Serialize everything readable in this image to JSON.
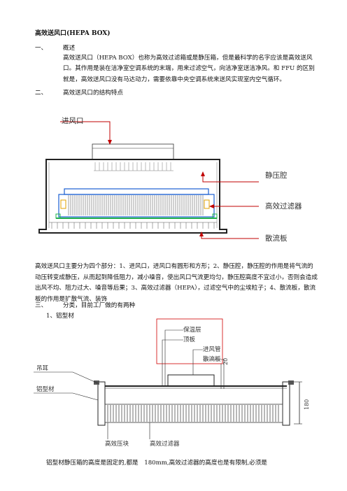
{
  "doc": {
    "title": "高效送风口(HEPA BOX)",
    "s1": {
      "num": "一、",
      "heading": "概述"
    },
    "intro": "高效送风口（HEPA BOX）也称为高效过滤箱或是静压箱，但是最科学的名字应该是高效送风口。其作用是装在洁净室空调系统的末端，用来过滤空气，向洁净室送洁净风。和 FFU 的区别就是，高效送风口没有马达动力，需要依靠中央空调系统来送风实现室内空气循环。",
    "s2": {
      "num": "二、",
      "heading": "高效送风口的结构特点"
    },
    "fig1": {
      "inlet": "进风口",
      "plenum": "静压腔",
      "filter": "高效过滤器",
      "diffuser": "散流板"
    },
    "structure": "高效送风口主要分为四个部分：1、进风口，进风口有圆形和方形；2、静压腔，静压腔的作用是将气流的动压转变成静压，从而起到降低阻力，减小噪音，使出风口气流更均匀，静压腔高度不宜过小，否则会造成出风不均、阻力过大、噪音等后果；3、高效过滤器（HEPA），过滤空气中的尘埃粒子；4、散流板，散流板的作用是扩散气流、装饰",
    "s3": {
      "num": "三、",
      "heading": "分类，目前工厂做的有两种"
    },
    "sub1": "1、铝型材",
    "fig2": {
      "insulation": "保温层",
      "top_plate": "顶板",
      "inlet_pipe": "进风管",
      "diffuser": "散流板",
      "lug": "吊耳",
      "profile": "铝型材",
      "dim_20": "20",
      "dim_180": "180",
      "press_block": "高效压块",
      "filter": "高效过滤器"
    },
    "footer": "铝型材静压箱的高度是固定的,都是　180mm,高效过滤器的高度也是有限制,必须是"
  }
}
